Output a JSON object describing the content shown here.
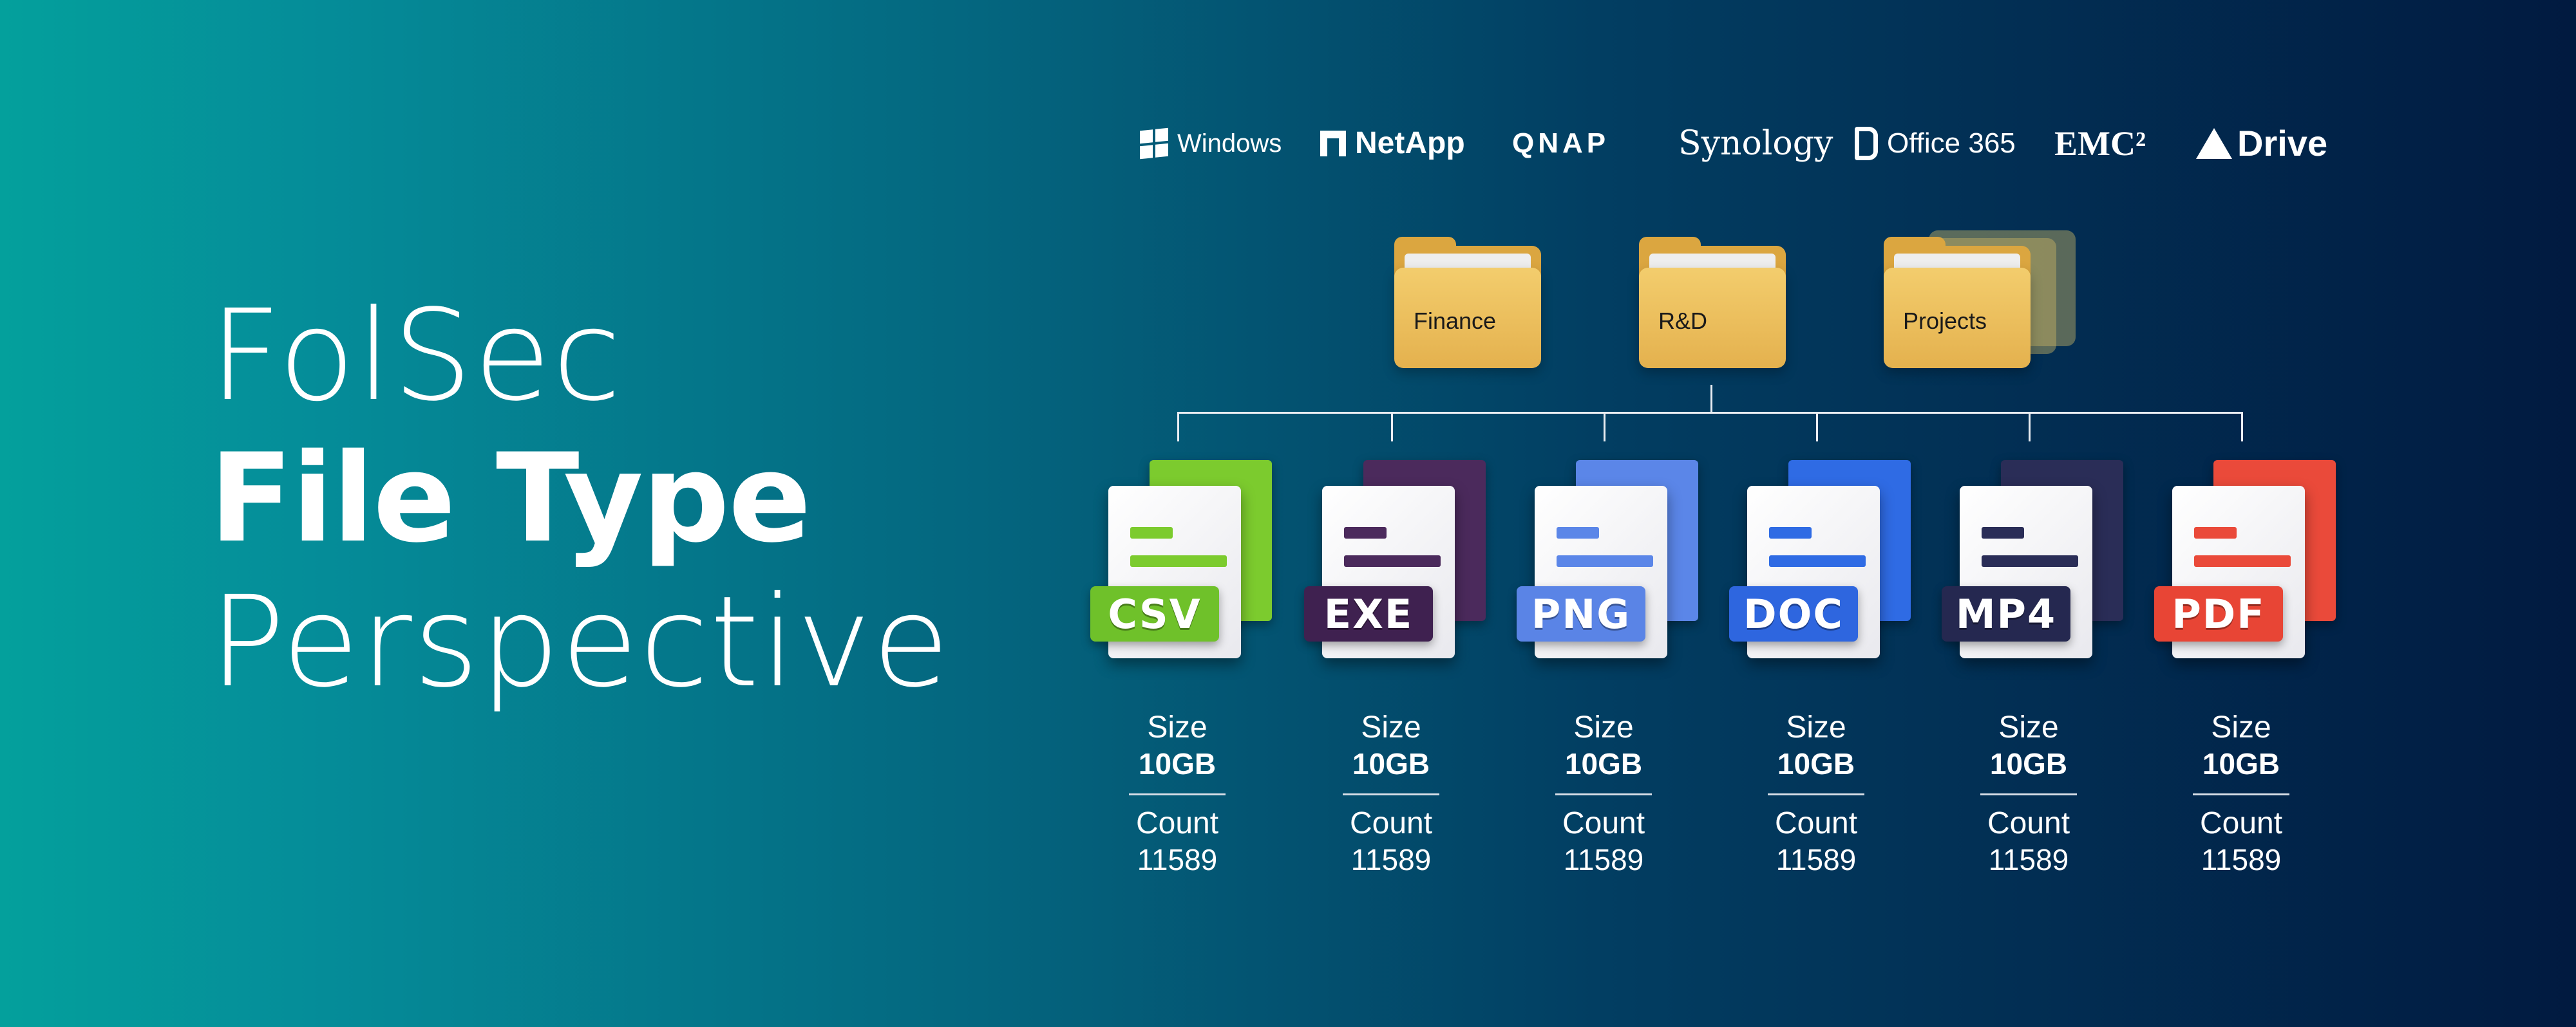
{
  "title": {
    "line1": "FolSec",
    "line2": "File Type",
    "line3": "Perspective"
  },
  "logos": [
    {
      "name": "Windows",
      "icon": "windows-logo-icon"
    },
    {
      "name": "NetApp",
      "icon": "netapp-logo-icon"
    },
    {
      "name": "QNAP",
      "icon": ""
    },
    {
      "name": "Synology",
      "icon": ""
    },
    {
      "name": "Office 365",
      "icon": "office-logo-icon"
    },
    {
      "name": "EMC²",
      "icon": ""
    },
    {
      "name": "Drive",
      "icon": "drive-logo-icon"
    }
  ],
  "folders": [
    {
      "label": "Finance"
    },
    {
      "label": "R&D"
    },
    {
      "label": "Projects"
    }
  ],
  "files": [
    {
      "ext": "CSV",
      "color": "#7ccb2e",
      "label_color": "#6fc12a",
      "size_label": "Size",
      "size": "10GB",
      "count_label": "Count",
      "count": "11589"
    },
    {
      "ext": "EXE",
      "color": "#4b2a5c",
      "label_color": "#3f2150",
      "size_label": "Size",
      "size": "10GB",
      "count_label": "Count",
      "count": "11589"
    },
    {
      "ext": "PNG",
      "color": "#5b86e8",
      "label_color": "#5a84e6",
      "size_label": "Size",
      "size": "10GB",
      "count_label": "Count",
      "count": "11589"
    },
    {
      "ext": "DOC",
      "color": "#2f6be4",
      "label_color": "#2e66df",
      "size_label": "Size",
      "size": "10GB",
      "count_label": "Count",
      "count": "11589"
    },
    {
      "ext": "MP4",
      "color": "#2a2d57",
      "label_color": "#252850",
      "size_label": "Size",
      "size": "10GB",
      "count_label": "Count",
      "count": "11589"
    },
    {
      "ext": "PDF",
      "color": "#ea4a3a",
      "label_color": "#e84535",
      "size_label": "Size",
      "size": "10GB",
      "count_label": "Count",
      "count": "11589"
    }
  ]
}
